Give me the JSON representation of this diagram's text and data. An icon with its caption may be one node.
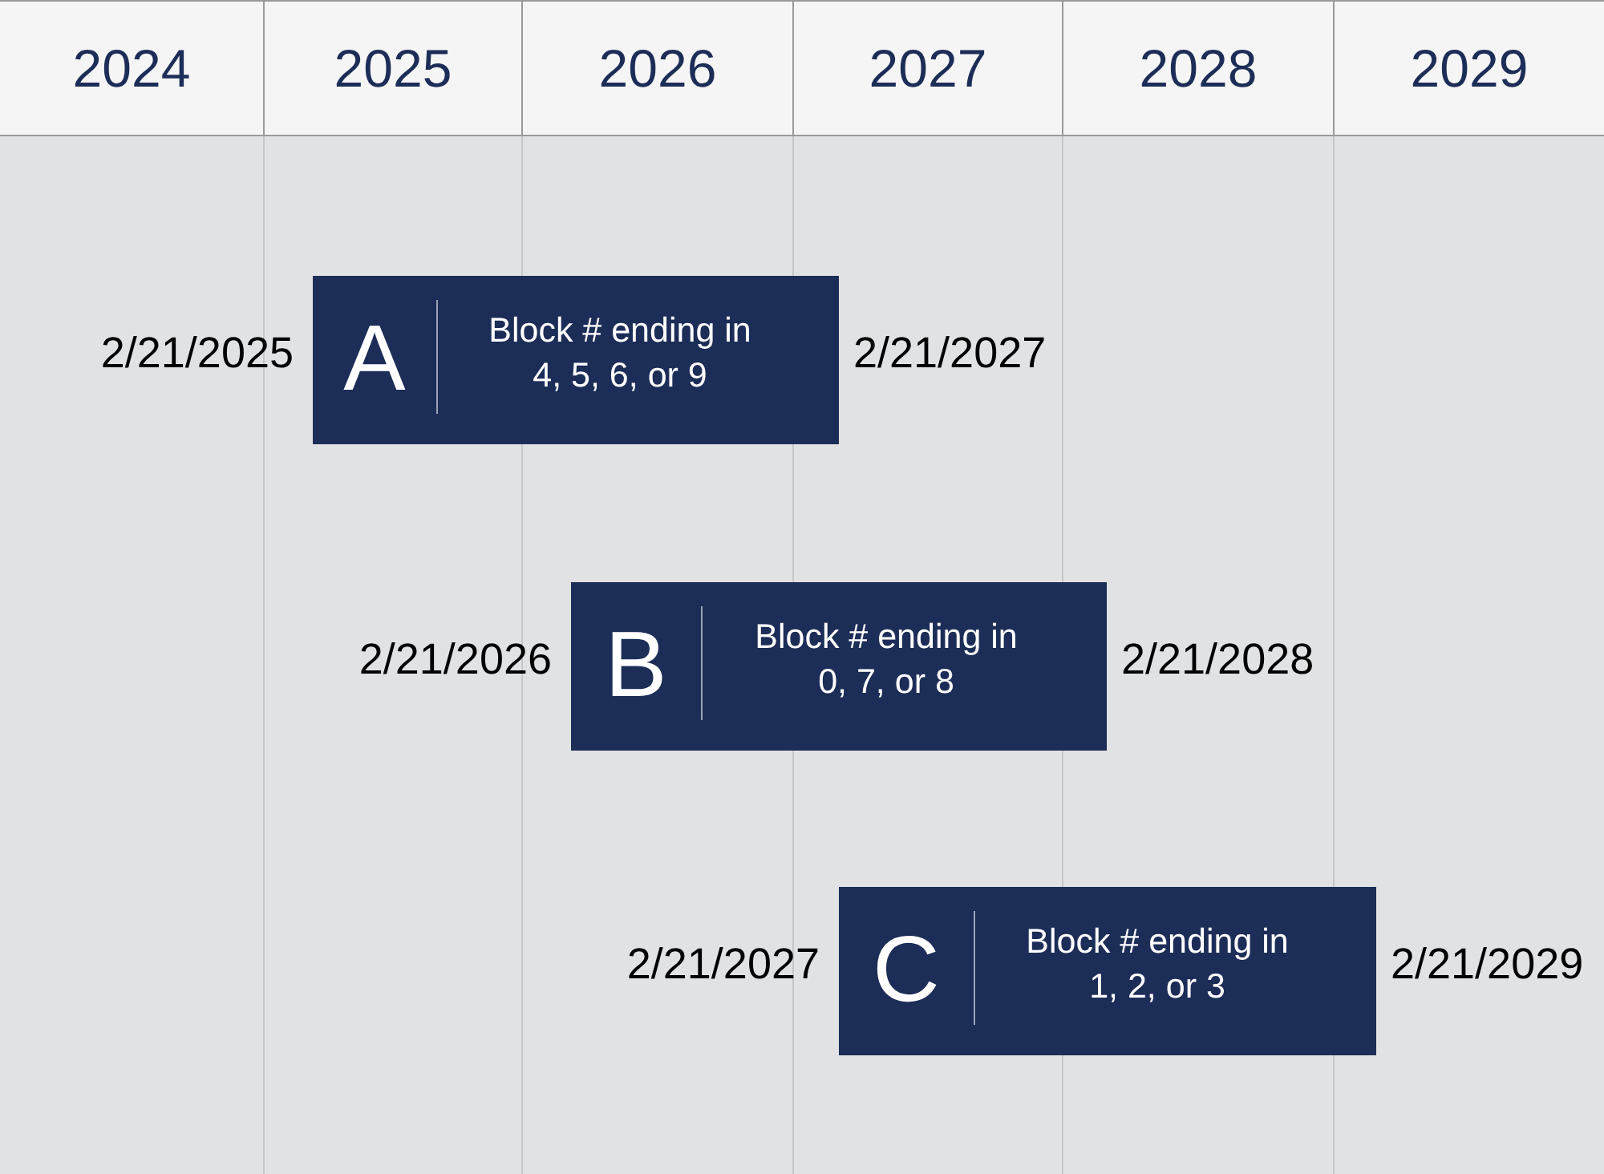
{
  "diagram": {
    "nodes": [
      {
        "text": [
          "2024"
        ]
      },
      {
        "text": [
          "2025"
        ]
      },
      {
        "text": [
          "2026"
        ]
      },
      {
        "text": [
          "2027"
        ]
      },
      {
        "text": [
          "2028"
        ]
      },
      {
        "text": [
          "2029"
        ]
      },
      {
        "text": [
          "A",
          "Block # ending in 4, 5, 6, or 9"
        ],
        "beside": [
          "2/21/2025",
          "2/21/2027"
        ]
      },
      {
        "text": [
          "B",
          "Block # ending in 0, 7, or 8"
        ],
        "beside": [
          "2/21/2026",
          "2/21/2028"
        ]
      },
      {
        "text": [
          "C",
          "Block # ending in 1, 2, or 3"
        ],
        "beside": [
          "2/21/2027",
          "2/21/2029"
        ]
      }
    ]
  }
}
